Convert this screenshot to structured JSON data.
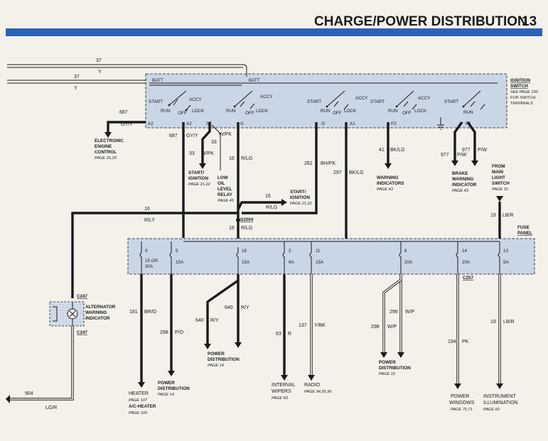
{
  "header": {
    "title": "CHARGE/POWER DISTRIBUTION",
    "page": "13",
    "bar_color": "#2a62b8"
  },
  "wires": {
    "w37_1": "37",
    "w37_2": "37",
    "y1": "Y",
    "y2": "Y",
    "w687a": "687",
    "gyy": "GY/Y",
    "w687b": "687",
    "gyy2": "GY/Y",
    "w33a": "33",
    "wpk1": "W/PK",
    "w33b": "33",
    "wpk2": "W/PK",
    "w16a": "16",
    "rlg1": "R/LG",
    "w16b": "16",
    "rlg2": "R/LG",
    "w16c": "16",
    "rly": "R/LY",
    "w16d": "16",
    "rlg3": "R/LG",
    "w262": "262",
    "bhpk": "BH/PK",
    "w297": "297",
    "bklg": "BK/LG",
    "w41": "41",
    "bklg2": "BK/LG",
    "w977a": "977",
    "pw1": "P/W",
    "w977b": "977",
    "pw2": "P/W",
    "w19a": "19",
    "lbr1": "LB/R",
    "w181": "181",
    "bro": "BR/O",
    "w298a": "298",
    "po": "P/O",
    "w640a": "640",
    "ry1": "R/Y",
    "w640b": "640",
    "ry2": "R/Y",
    "w63": "63",
    "r63": "R",
    "w137": "137",
    "ybk": "Y/BK",
    "w296": "296",
    "wp1": "W/P",
    "w298b": "298",
    "wp2": "W/P",
    "w194": "194",
    "pk": "PK",
    "w19b": "19",
    "lbr2": "LB/R",
    "w904": "904",
    "lgr": "LG/R"
  },
  "switch": {
    "title1": "IGNITION",
    "title2": "SWITCH",
    "see1": "SEE PAGE 190",
    "see2": "FOR SWITCH",
    "see3": "TERMINALS",
    "batt1": "BATT",
    "batt2": "BATT",
    "start1": "START",
    "start2": "START",
    "start3": "START",
    "start4": "START",
    "accy1": "ACCY",
    "accy2": "ACCY",
    "accy3": "ACCY",
    "accy4": "ACCY",
    "run1": "RUN",
    "run2": "RUN",
    "run3": "RUN",
    "run4": "RUN",
    "off1": "OFF",
    "off2": "OFF",
    "off3": "OFF",
    "off4": "OFF",
    "lock1": "LOCK",
    "lock2": "LOCK",
    "lock3": "LOCK",
    "lock4": "LOCK",
    "a2": "A2",
    "a2b": "A2",
    "st": "ST",
    "i1": "I1",
    "i2": "I2",
    "a1": "A1",
    "p2": "P2",
    "p1": "P1"
  },
  "splice": "S2004",
  "fuse_panel": {
    "title1": "FUSE",
    "title2": "PANEL",
    "f9": "9",
    "f9a": "15 OR",
    "f9b": "30A",
    "f5": "5",
    "f5a": "15A",
    "f18": "18",
    "f18a": "15A",
    "f2": "2",
    "f2a": "6A",
    "f11": "11",
    "f11a": "15A",
    "f6": "6",
    "f6a": "20A",
    "f14": "14",
    "f14a": "20A",
    "f13": "13",
    "f13a": "5A",
    "c257": "C257"
  },
  "alternator": {
    "c247a": "C247",
    "c247b": "C247",
    "l1": "ALTERNATOR",
    "l2": "WARNING",
    "l3": "INDICATOR"
  },
  "destinations": {
    "eec1": "ELECTRONIC",
    "eec2": "ENGINE",
    "eec3": "CONTROL",
    "eec4": "PAGE 26,29",
    "si1": "START/",
    "si2": "IGNITION",
    "si3": "PAGE 21,22",
    "lo1": "LOW",
    "lo2": "OIL",
    "lo3": "LEVEL",
    "lo4": "RELAY",
    "lo5": "PAGE 45",
    "si2_1": "START/",
    "si2_2": "IGNITION",
    "si2_3": "PAGE 21,22",
    "wi1": "WARNING",
    "wi2": "INDICATORS",
    "wi3": "PAGE 43",
    "bw1": "BRAKE",
    "bw2": "WARNING",
    "bw3": "INDICATOR",
    "bw4": "PAGE 43",
    "fm1": "FROM",
    "fm2": "MAIN",
    "fm3": "LIGHT",
    "fm4": "SWITCH",
    "fm5": "PAGE 16",
    "pd1_1": "POWER",
    "pd1_2": "DISTRIBUTION",
    "pd1_3": "PAGE 14",
    "pd2_1": "POWER",
    "pd2_2": "DISTRIBUTION",
    "pd2_3": "PAGE 14",
    "pd3_1": "POWER",
    "pd3_2": "DISTRIBUTION",
    "pd3_3": "PAGE 15",
    "ht1": "HEATER",
    "ht2": "PAGE 107",
    "ht3": "A/C-HEATER",
    "ht4": "PAGE 109",
    "iw1": "INTERVAL",
    "iw2": "WIPERS",
    "iw3": "PAGE 83",
    "rd1": "RADIO",
    "rd2": "PAGE 94,95,96",
    "pw1": "POWER",
    "pw2": "WINDOWS",
    "pw3": "PAGE 70,71",
    "ii1": "INSTRUMENT",
    "ii2": "ILLUMINATION",
    "ii3": "PAGE 60"
  }
}
